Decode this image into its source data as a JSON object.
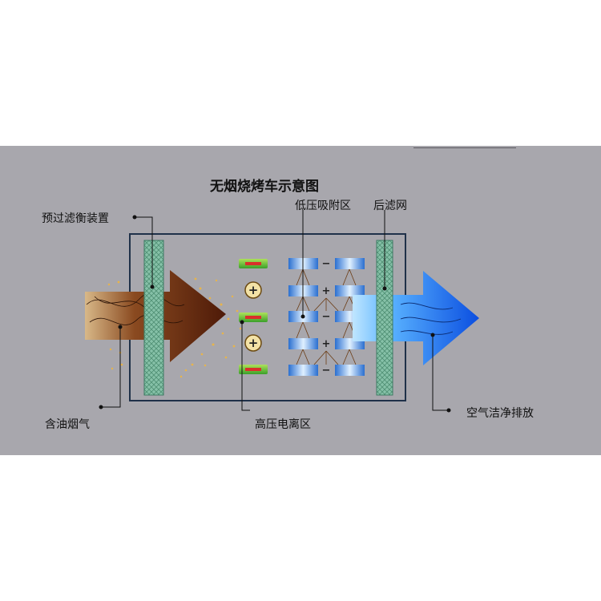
{
  "title": "无烟烧烤车示意图",
  "labels": {
    "pre_filter": "预过滤衡装置",
    "low_voltage": "低压吸附区",
    "post_filter": "后滤网",
    "oily_smoke": "含油烟气",
    "high_voltage": "高压电离区",
    "clean_air": "空气洁净排放"
  },
  "colors": {
    "background": "#a8a7ad",
    "smoke_arrow": "#6a2b12",
    "clean_arrow": "#1a64e6",
    "filter_mesh": "#79b89e",
    "frame": "#1f3149"
  },
  "symbols": {
    "plus": "+",
    "minus": "−"
  }
}
